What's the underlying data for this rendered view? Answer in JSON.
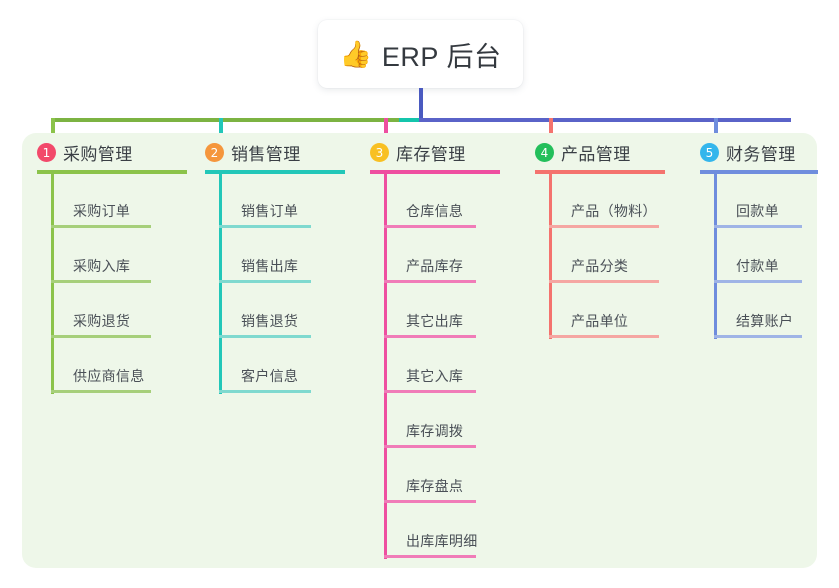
{
  "header": {
    "emoji": "👍",
    "emoji_name": "thumbs-up-emoji",
    "title": "ERP 后台"
  },
  "colors": {
    "panel_bg": "#eef7e9",
    "page_bg": "#ffffff",
    "title_stem": "#4a5ac0",
    "bus_left": "#7cb342",
    "bus_mid": "#14c5ac",
    "bus_right": "#5a63c8",
    "col1": "#8bc34a",
    "col2": "#22c7b8",
    "col3": "#ee4fa0",
    "col4": "#f4736e",
    "col5": "#6f8ddd",
    "badge1": "#f2496a",
    "badge2": "#f5963c",
    "badge3": "#f8c023",
    "badge4": "#23bf5b",
    "badge5": "#34b6ec",
    "text": "#3a3f45",
    "leaf_text": "#4a5057"
  },
  "columns": [
    {
      "index": "1",
      "badge": "1",
      "title": "采购管理",
      "color": "#8bc34a",
      "badge_color": "#f2496a",
      "leaf_rule_color": "#a6cf7a",
      "items": [
        "采购订单",
        "采购入库",
        "采购退货",
        "供应商信息"
      ]
    },
    {
      "index": "2",
      "badge": "2",
      "title": "销售管理",
      "color": "#22c7b8",
      "badge_color": "#f5963c",
      "leaf_rule_color": "#7fd9cf",
      "items": [
        "销售订单",
        "销售出库",
        "销售退货",
        "客户信息"
      ]
    },
    {
      "index": "3",
      "badge": "3",
      "title": "库存管理",
      "color": "#ee4fa0",
      "badge_color": "#f8c023",
      "leaf_rule_color": "#f07cb8",
      "items": [
        "仓库信息",
        "产品库存",
        "其它出库",
        "其它入库",
        "库存调拨",
        "库存盘点",
        "出库库明细"
      ]
    },
    {
      "index": "4",
      "badge": "4",
      "title": "产品管理",
      "color": "#f4736e",
      "badge_color": "#23bf5b",
      "leaf_rule_color": "#f5a6a2",
      "items": [
        "产品（物料）",
        "产品分类",
        "产品单位"
      ]
    },
    {
      "index": "5",
      "badge": "5",
      "title": "财务管理",
      "color": "#6f8ddd",
      "badge_color": "#34b6ec",
      "leaf_rule_color": "#9fb4e6",
      "items": [
        "回款单",
        "付款单",
        "结算账户"
      ]
    }
  ]
}
